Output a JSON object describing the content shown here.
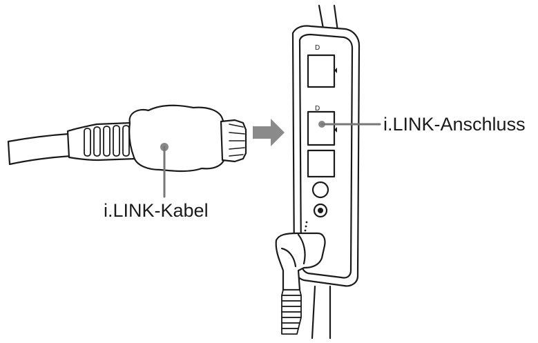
{
  "labels": {
    "cable": "i.LINK-Kabel",
    "port": "i.LINK-Anschluss"
  },
  "icons": {
    "cable": "ilink-cable-plug-icon",
    "port": "ilink-port-icon",
    "arrow": "insert-arrow-icon",
    "device": "device-side-panel"
  },
  "colors": {
    "outline": "#1a1a1a",
    "leader": "#777777",
    "arrow": "#8a8a8a",
    "fill": "#ffffff"
  }
}
